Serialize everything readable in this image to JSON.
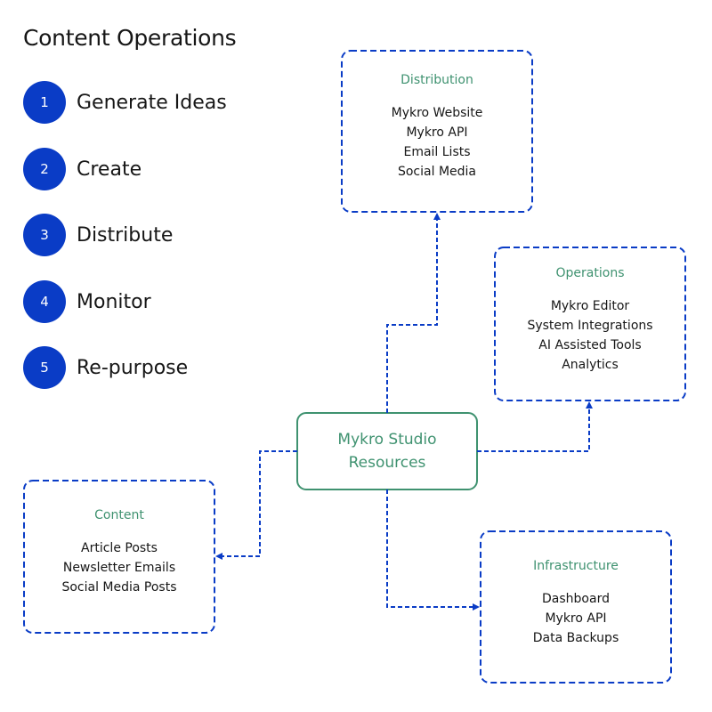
{
  "title": "Content Operations",
  "colors": {
    "accent": "#0a3cc6",
    "connector": "#0a3cc6",
    "heading_green": "#3f9270",
    "center_border": "#3f9270"
  },
  "steps": [
    {
      "number": "1",
      "label": "Generate Ideas"
    },
    {
      "number": "2",
      "label": "Create"
    },
    {
      "number": "3",
      "label": "Distribute"
    },
    {
      "number": "4",
      "label": "Monitor"
    },
    {
      "number": "5",
      "label": "Re-purpose"
    }
  ],
  "center": {
    "line1": "Mykro Studio",
    "line2": "Resources"
  },
  "nodes": {
    "distribution": {
      "heading": "Distribution",
      "items": [
        "Mykro Website",
        "Mykro API",
        "Email Lists",
        "Social Media"
      ]
    },
    "operations": {
      "heading": "Operations",
      "items": [
        "Mykro Editor",
        "System Integrations",
        "AI Assisted Tools",
        "Analytics"
      ]
    },
    "content": {
      "heading": "Content",
      "items": [
        "Article Posts",
        "Newsletter Emails",
        "Social Media Posts"
      ]
    },
    "infrastructure": {
      "heading": "Infrastructure",
      "items": [
        "Dashboard",
        "Mykro API",
        "Data Backups"
      ]
    }
  },
  "connections": [
    {
      "from": "center",
      "to": "distribution"
    },
    {
      "from": "center",
      "to": "operations"
    },
    {
      "from": "center",
      "to": "content"
    },
    {
      "from": "center",
      "to": "infrastructure"
    }
  ]
}
